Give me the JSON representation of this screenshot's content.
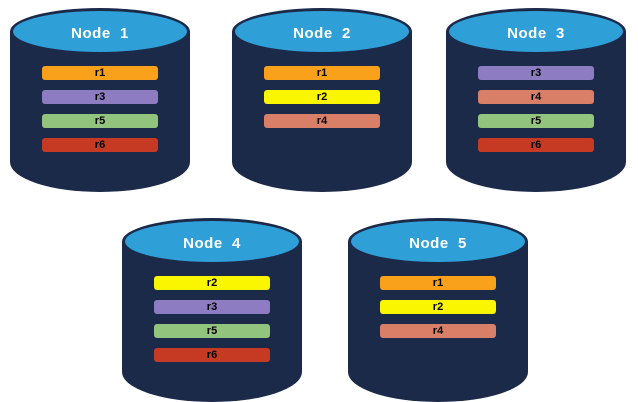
{
  "colors": {
    "cylinder_body": "#1C2A4A",
    "cylinder_top": "#2F9FD8",
    "title_text": "#FFFFFF",
    "bar_text": "#000000",
    "replicas": {
      "r1": "#F9A11B",
      "r2": "#FAF500",
      "r3": "#8E7CC3",
      "r4": "#D97F68",
      "r5": "#93C47D",
      "r6": "#C63A23"
    }
  },
  "nodes": [
    {
      "label": "Node  1",
      "replicas": [
        "r1",
        "r3",
        "r5",
        "r6"
      ]
    },
    {
      "label": "Node  2",
      "replicas": [
        "r1",
        "r2",
        "r4"
      ]
    },
    {
      "label": "Node  3",
      "replicas": [
        "r3",
        "r4",
        "r5",
        "r6"
      ]
    },
    {
      "label": "Node  4",
      "replicas": [
        "r2",
        "r3",
        "r5",
        "r6"
      ]
    },
    {
      "label": "Node  5",
      "replicas": [
        "r1",
        "r2",
        "r4"
      ]
    }
  ]
}
